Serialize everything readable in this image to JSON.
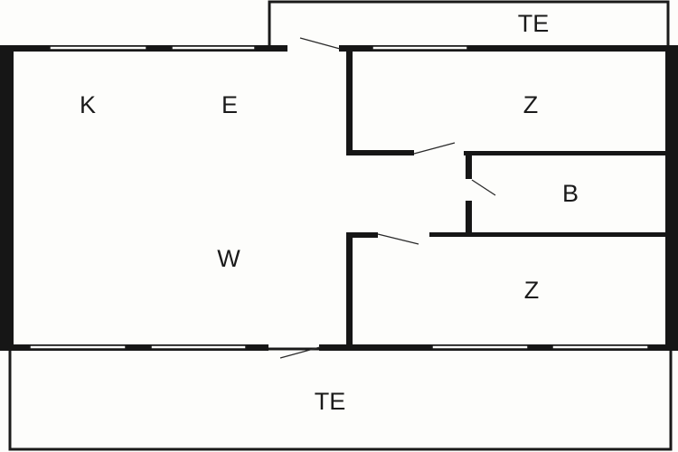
{
  "floor_plan": {
    "rooms": {
      "terrace_top": "TE",
      "kitchen": "K",
      "entrance": "E",
      "living": "W",
      "bedroom_top": "Z",
      "bathroom": "B",
      "bedroom_bottom": "Z",
      "terrace_bottom": "TE"
    }
  }
}
